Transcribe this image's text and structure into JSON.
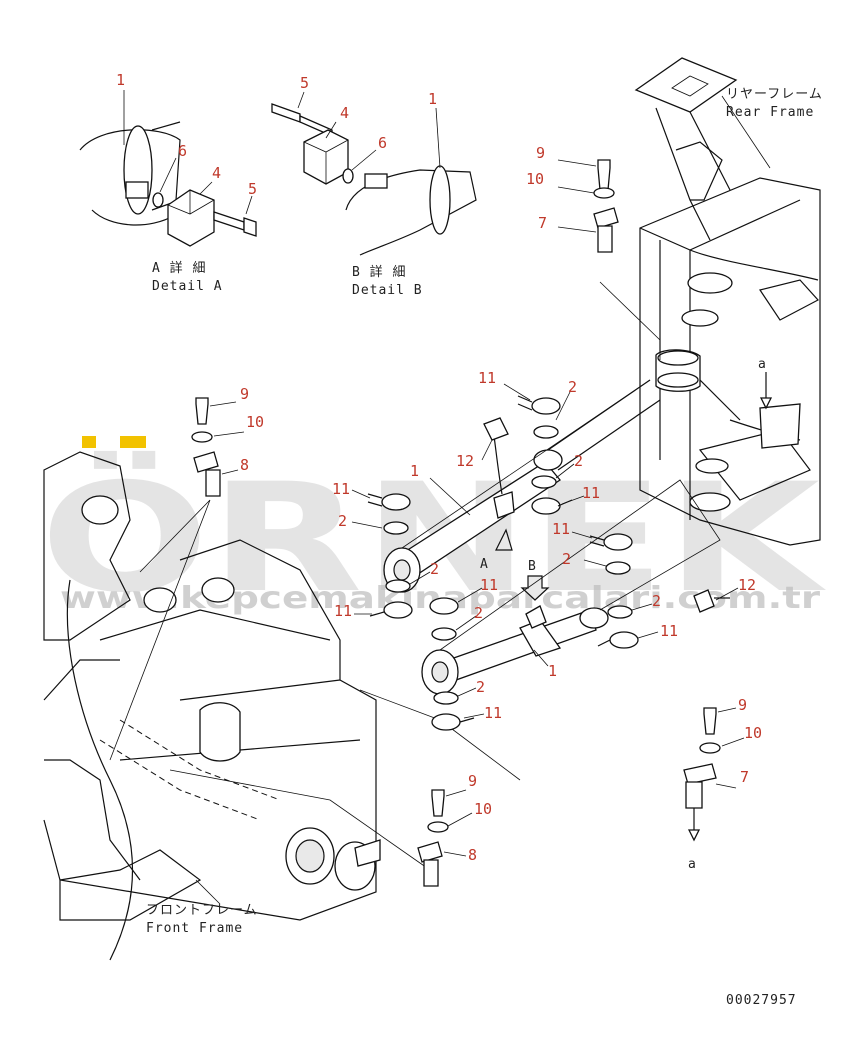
{
  "drawing_number": "00027957",
  "watermark": {
    "main": "ÖRNEK",
    "sub": "www.kepcemakinaparcalari.com.tr",
    "accent_color": "#f2c200"
  },
  "callout_color": "#c0392b",
  "captions": {
    "detail_a_jp": "A 詳 細",
    "detail_a_en": "Detail A",
    "detail_b_jp": "B 詳 細",
    "detail_b_en": "Detail B",
    "rear_frame_jp": "リヤーフレーム",
    "rear_frame_en": "Rear Frame",
    "front_frame_jp": "フロントフレーム",
    "front_frame_en": "Front Frame",
    "view_a": "A",
    "view_b": "B",
    "ref_a": "a"
  },
  "callouts": {
    "c1": "1",
    "c2": "2",
    "c4": "4",
    "c5": "5",
    "c6": "6",
    "c7": "7",
    "c8": "8",
    "c9": "9",
    "c10": "10",
    "c11": "11",
    "c12": "12"
  }
}
